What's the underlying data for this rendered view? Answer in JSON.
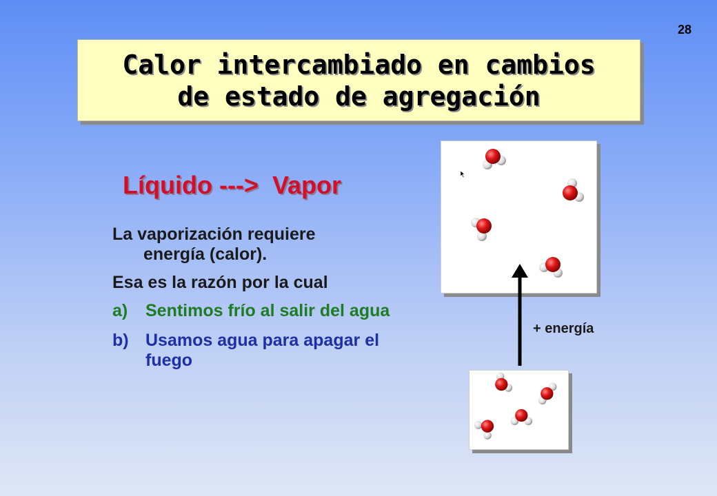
{
  "slide": {
    "number": "28",
    "title": "Calor intercambiado en cambios\nde estado de agregación"
  },
  "content": {
    "heading": "Líquido --->  Vapor",
    "para1_line1": "La vaporización requiere",
    "para1_line2": "energía (calor).",
    "para2": "Esa es la razón por la cual",
    "items": [
      {
        "marker": "a)",
        "text": "Sentimos frío al salir del agua"
      },
      {
        "marker": "b)",
        "text": "Usamos agua para apagar el fuego"
      }
    ]
  },
  "diagram": {
    "energy_label": "+ energía"
  },
  "colors": {
    "heading": "#d0102a",
    "item_a": "#1e7c24",
    "item_b": "#1f2fa6",
    "title_bg": "#ffffc0",
    "oxygen": "#e01818",
    "hydrogen": "#e8e8e8"
  }
}
